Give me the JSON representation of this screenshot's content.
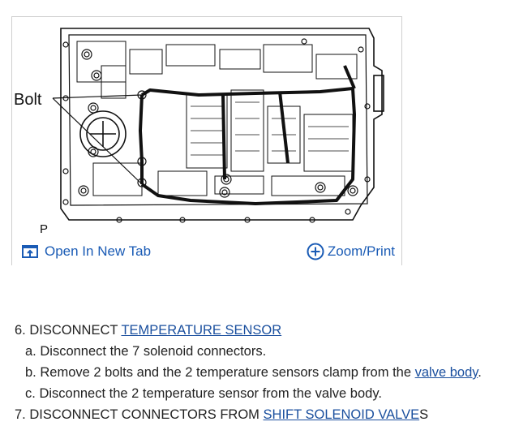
{
  "figure": {
    "callout_label": "Bolt",
    "corner_label": "P",
    "open_tab_label": "Open In New Tab",
    "zoom_label": "Zoom/Print",
    "icons": {
      "open_tab": "open-new-tab-icon",
      "zoom": "plus-circle-icon"
    },
    "accent_color": "#1a5bb5"
  },
  "steps": [
    {
      "number": "6.",
      "text": "DISCONNECT",
      "link": "TEMPERATURE SENSOR",
      "substeps": [
        {
          "letter": "a.",
          "text": "Disconnect the 7 solenoid connectors."
        },
        {
          "letter": "b.",
          "text": "Remove 2 bolts and the 2 temperature sensors clamp from the",
          "link": "valve body",
          "after": "."
        },
        {
          "letter": "c.",
          "text": "Disconnect the 2 temperature sensor from the valve body."
        }
      ]
    },
    {
      "number": "7.",
      "text": "DISCONNECT CONNECTORS FROM",
      "link": "SHIFT SOLENOID VALVE",
      "after": "S"
    }
  ]
}
